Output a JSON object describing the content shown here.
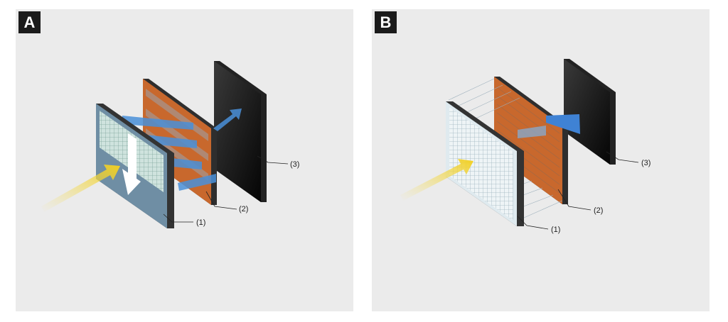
{
  "panels": [
    {
      "label": "A",
      "callouts": [
        "(1)",
        "(2)",
        "(3)"
      ]
    },
    {
      "label": "B",
      "callouts": [
        "(1)",
        "(2)",
        "(3)"
      ]
    }
  ],
  "colors": {
    "background": "#ebebeb",
    "sensor_frame": "#3a3a3a",
    "wiring_layer": "#c8682d",
    "support_substrate": "#0d0d0d",
    "light_arrow": "#f2d22e",
    "signal_arrow": "#4a90d9"
  }
}
